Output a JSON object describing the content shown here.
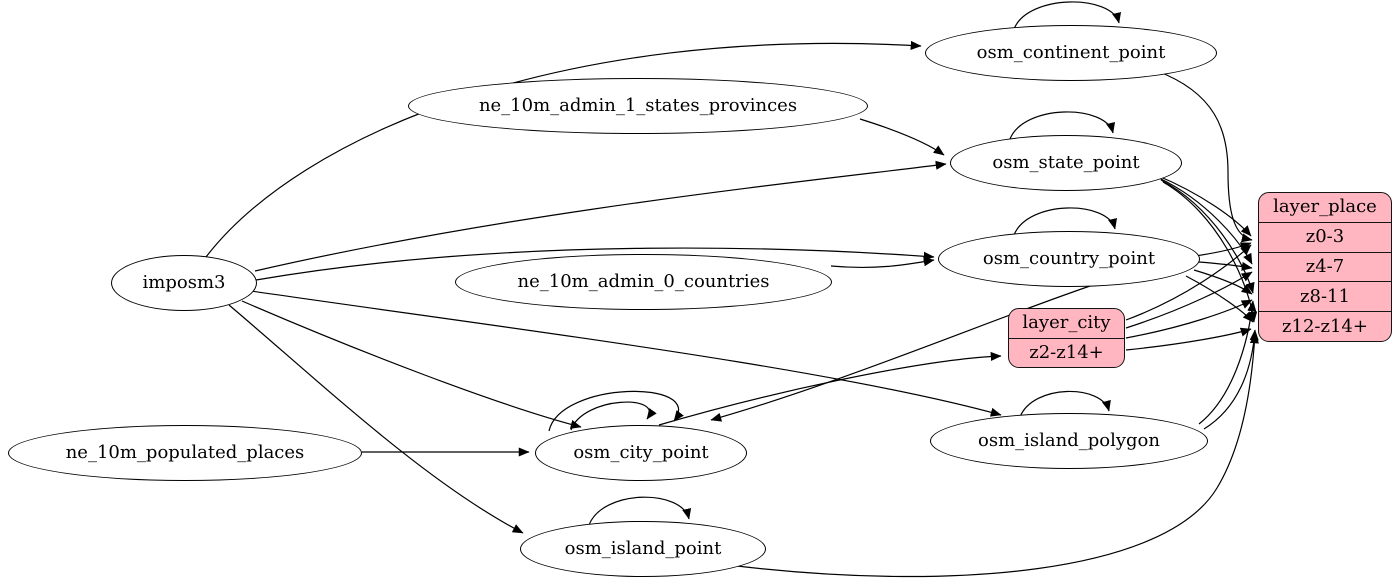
{
  "diagram": {
    "kind": "etl-graph",
    "colors": {
      "record_fill": "#ffb6c1",
      "ellipse_fill": "#ffffff",
      "edge": "#000000",
      "border": "#000000",
      "background": "#ffffff"
    },
    "nodes": {
      "imposm3": {
        "label": "imposm3",
        "type": "ellipse"
      },
      "ne_10m_admin_1_states_provinces": {
        "label": "ne_10m_admin_1_states_provinces",
        "type": "ellipse"
      },
      "ne_10m_admin_0_countries": {
        "label": "ne_10m_admin_0_countries",
        "type": "ellipse"
      },
      "ne_10m_populated_places": {
        "label": "ne_10m_populated_places",
        "type": "ellipse"
      },
      "osm_continent_point": {
        "label": "osm_continent_point",
        "type": "ellipse"
      },
      "osm_state_point": {
        "label": "osm_state_point",
        "type": "ellipse"
      },
      "osm_country_point": {
        "label": "osm_country_point",
        "type": "ellipse"
      },
      "osm_city_point": {
        "label": "osm_city_point",
        "type": "ellipse"
      },
      "osm_island_polygon": {
        "label": "osm_island_polygon",
        "type": "ellipse"
      },
      "osm_island_point": {
        "label": "osm_island_point",
        "type": "ellipse"
      },
      "layer_city": {
        "label": "layer_city",
        "type": "record",
        "rows": [
          "z2-z14+"
        ]
      },
      "layer_place": {
        "label": "layer_place",
        "type": "record",
        "rows": [
          "z0-3",
          "z4-7",
          "z8-11",
          "z12-z14+"
        ]
      }
    },
    "edges": [
      {
        "from": "imposm3",
        "to": "osm_continent_point"
      },
      {
        "from": "imposm3",
        "to": "osm_state_point"
      },
      {
        "from": "imposm3",
        "to": "osm_country_point"
      },
      {
        "from": "imposm3",
        "to": "osm_city_point"
      },
      {
        "from": "imposm3",
        "to": "osm_island_polygon"
      },
      {
        "from": "imposm3",
        "to": "osm_island_point"
      },
      {
        "from": "ne_10m_admin_1_states_provinces",
        "to": "osm_state_point"
      },
      {
        "from": "ne_10m_admin_0_countries",
        "to": "osm_country_point"
      },
      {
        "from": "ne_10m_populated_places",
        "to": "osm_city_point"
      },
      {
        "from": "osm_continent_point",
        "to": "osm_continent_point",
        "self": true
      },
      {
        "from": "osm_state_point",
        "to": "osm_state_point",
        "self": true
      },
      {
        "from": "osm_country_point",
        "to": "osm_country_point",
        "self": true
      },
      {
        "from": "osm_city_point",
        "to": "osm_city_point",
        "self": true
      },
      {
        "from": "osm_city_point",
        "to": "osm_city_point",
        "self": true
      },
      {
        "from": "osm_island_polygon",
        "to": "osm_island_polygon",
        "self": true
      },
      {
        "from": "osm_island_point",
        "to": "osm_island_point",
        "self": true
      },
      {
        "from": "osm_country_point",
        "to": "osm_city_point"
      },
      {
        "from": "osm_city_point",
        "to": "layer_city",
        "row": "z2-z14+"
      },
      {
        "from": "osm_continent_point",
        "to": "layer_place",
        "row": "z0-3"
      },
      {
        "from": "osm_state_point",
        "to": "layer_place",
        "row": "z0-3"
      },
      {
        "from": "osm_state_point",
        "to": "layer_place",
        "row": "z4-7"
      },
      {
        "from": "osm_state_point",
        "to": "layer_place",
        "row": "z8-11"
      },
      {
        "from": "osm_state_point",
        "to": "layer_place",
        "row": "z12-z14+"
      },
      {
        "from": "osm_country_point",
        "to": "layer_place",
        "row": "z0-3"
      },
      {
        "from": "osm_country_point",
        "to": "layer_place",
        "row": "z4-7"
      },
      {
        "from": "osm_country_point",
        "to": "layer_place",
        "row": "z8-11"
      },
      {
        "from": "osm_country_point",
        "to": "layer_place",
        "row": "z12-z14+"
      },
      {
        "from": "layer_city",
        "to": "layer_place",
        "row": "z0-3"
      },
      {
        "from": "layer_city",
        "to": "layer_place",
        "row": "z4-7"
      },
      {
        "from": "layer_city",
        "to": "layer_place",
        "row": "z8-11"
      },
      {
        "from": "layer_city",
        "to": "layer_place",
        "row": "z12-z14+"
      },
      {
        "from": "osm_island_polygon",
        "to": "layer_place",
        "row": "z8-11"
      },
      {
        "from": "osm_island_polygon",
        "to": "layer_place",
        "row": "z12-z14+"
      },
      {
        "from": "osm_island_point",
        "to": "layer_place",
        "row": "z12-z14+"
      }
    ]
  }
}
